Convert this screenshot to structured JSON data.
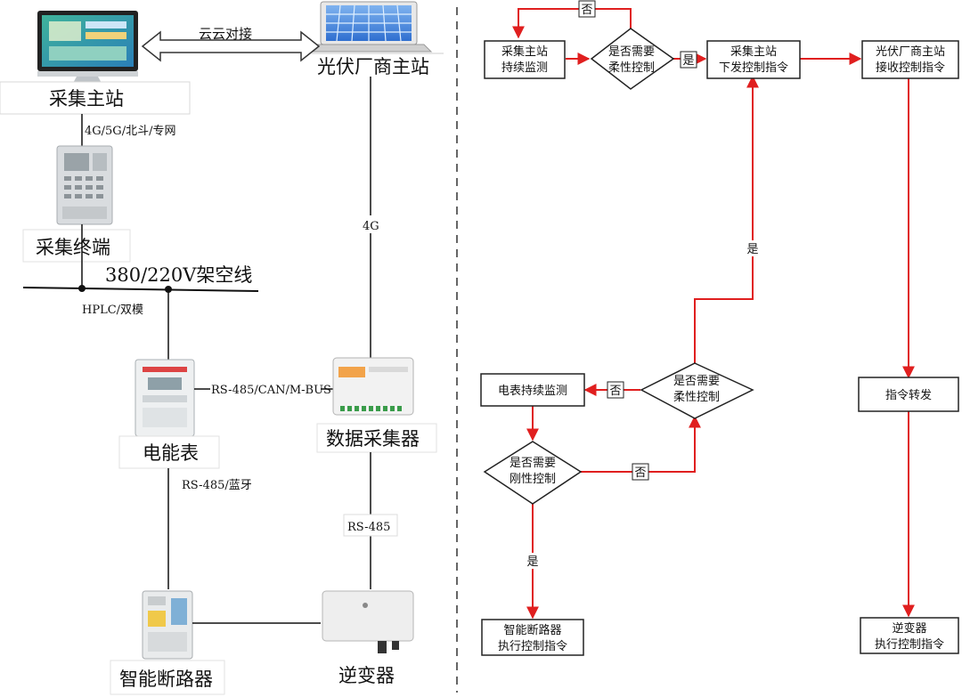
{
  "left": {
    "cloud_link": "云云对接",
    "master_station": "采集主站",
    "pv_master": "光伏厂商主站",
    "link_4g5g": "4G/5G/北斗/专网",
    "terminal": "采集终端",
    "line_380": "380/220V架空线",
    "hplc": "HPLC/双模",
    "link_4g": "4G",
    "meter": "电能表",
    "rs485_can": "RS-485/CAN/M-BUS",
    "collector": "数据采集器",
    "rs485_bt": "RS-485/蓝牙",
    "rs485": "RS-485",
    "breaker": "智能断路器",
    "inverter": "逆变器"
  },
  "flow": {
    "monitor_1": "采集主站",
    "monitor_2": "持续监测",
    "need_flex_1": "是否需要",
    "need_flex_2": "柔性控制",
    "issue_1": "采集主站",
    "issue_2": "下发控制指令",
    "pv_recv_1": "光伏厂商主站",
    "pv_recv_2": "接收控制指令",
    "cmd_forward": "指令转发",
    "inv_exec_1": "逆变器",
    "inv_exec_2": "执行控制指令",
    "meter_monitor": "电表持续监测",
    "need_flex2_1": "是否需要",
    "need_flex2_2": "柔性控制",
    "need_rigid_1": "是否需要",
    "need_rigid_2": "刚性控制",
    "brk_exec_1": "智能断路器",
    "brk_exec_2": "执行控制指令",
    "yes": "是",
    "no": "否"
  },
  "colors": {
    "flow_red": "#e01f1f",
    "box_border": "#222222",
    "divider": "#333333"
  }
}
